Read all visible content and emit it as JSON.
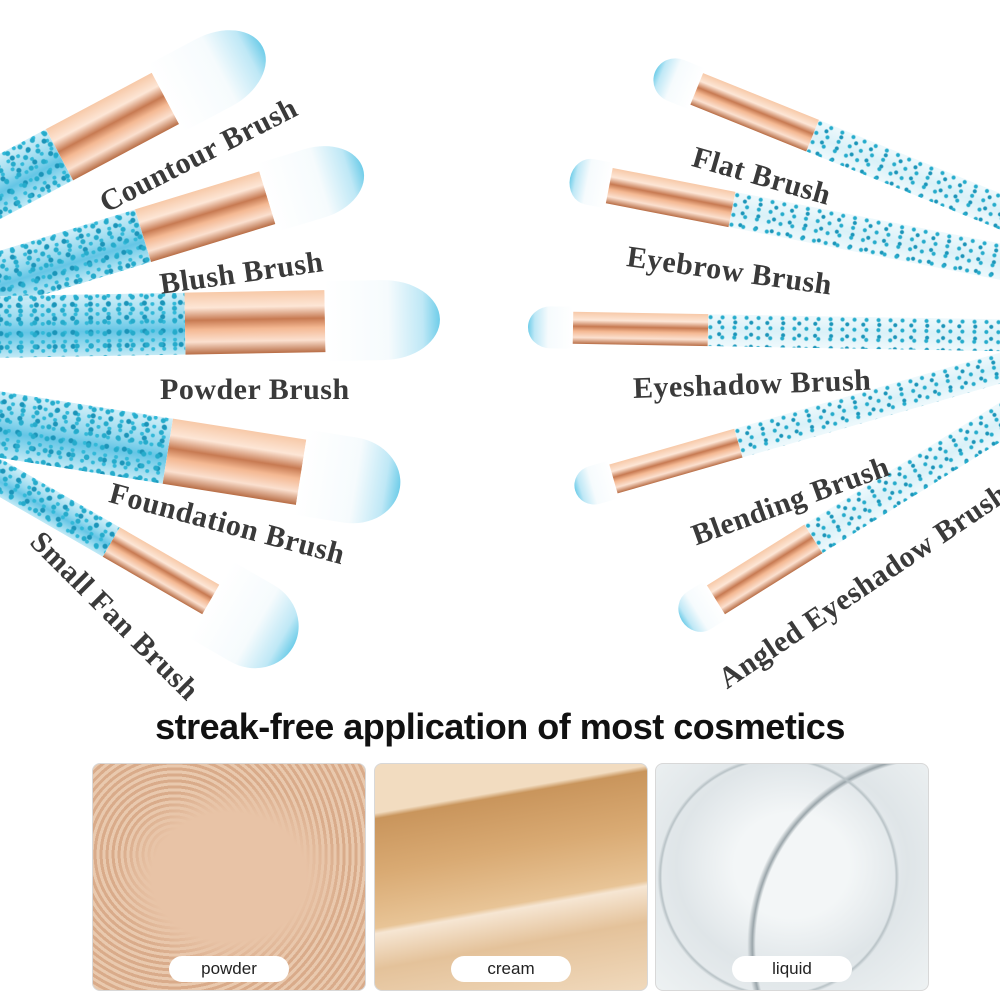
{
  "left_brushes": [
    {
      "label": "Countour Brush"
    },
    {
      "label": "Blush Brush"
    },
    {
      "label": "Powder Brush"
    },
    {
      "label": "Foundation Brush"
    },
    {
      "label": "Small Fan Brush"
    }
  ],
  "right_brushes": [
    {
      "label": "Flat Brush"
    },
    {
      "label": "Eyebrow Brush"
    },
    {
      "label": "Eyeshadow Brush"
    },
    {
      "label": "Blending Brush"
    },
    {
      "label": "Angled Eyeshadow Brush"
    }
  ],
  "headline": "streak-free application of most cosmetics",
  "textures": [
    {
      "id": "powder",
      "caption": "powder",
      "color": "#e2b999"
    },
    {
      "id": "cream",
      "caption": "cream",
      "color": "#d9aa73"
    },
    {
      "id": "liquid",
      "caption": "liquid",
      "color": "#e6ebed"
    }
  ],
  "colors": {
    "handle_glitter": "#1aa7c9",
    "ferrule_rose_gold": "#e8a882",
    "bristle_tip": "#6fcde9",
    "label_text": "#3a3a3a"
  }
}
